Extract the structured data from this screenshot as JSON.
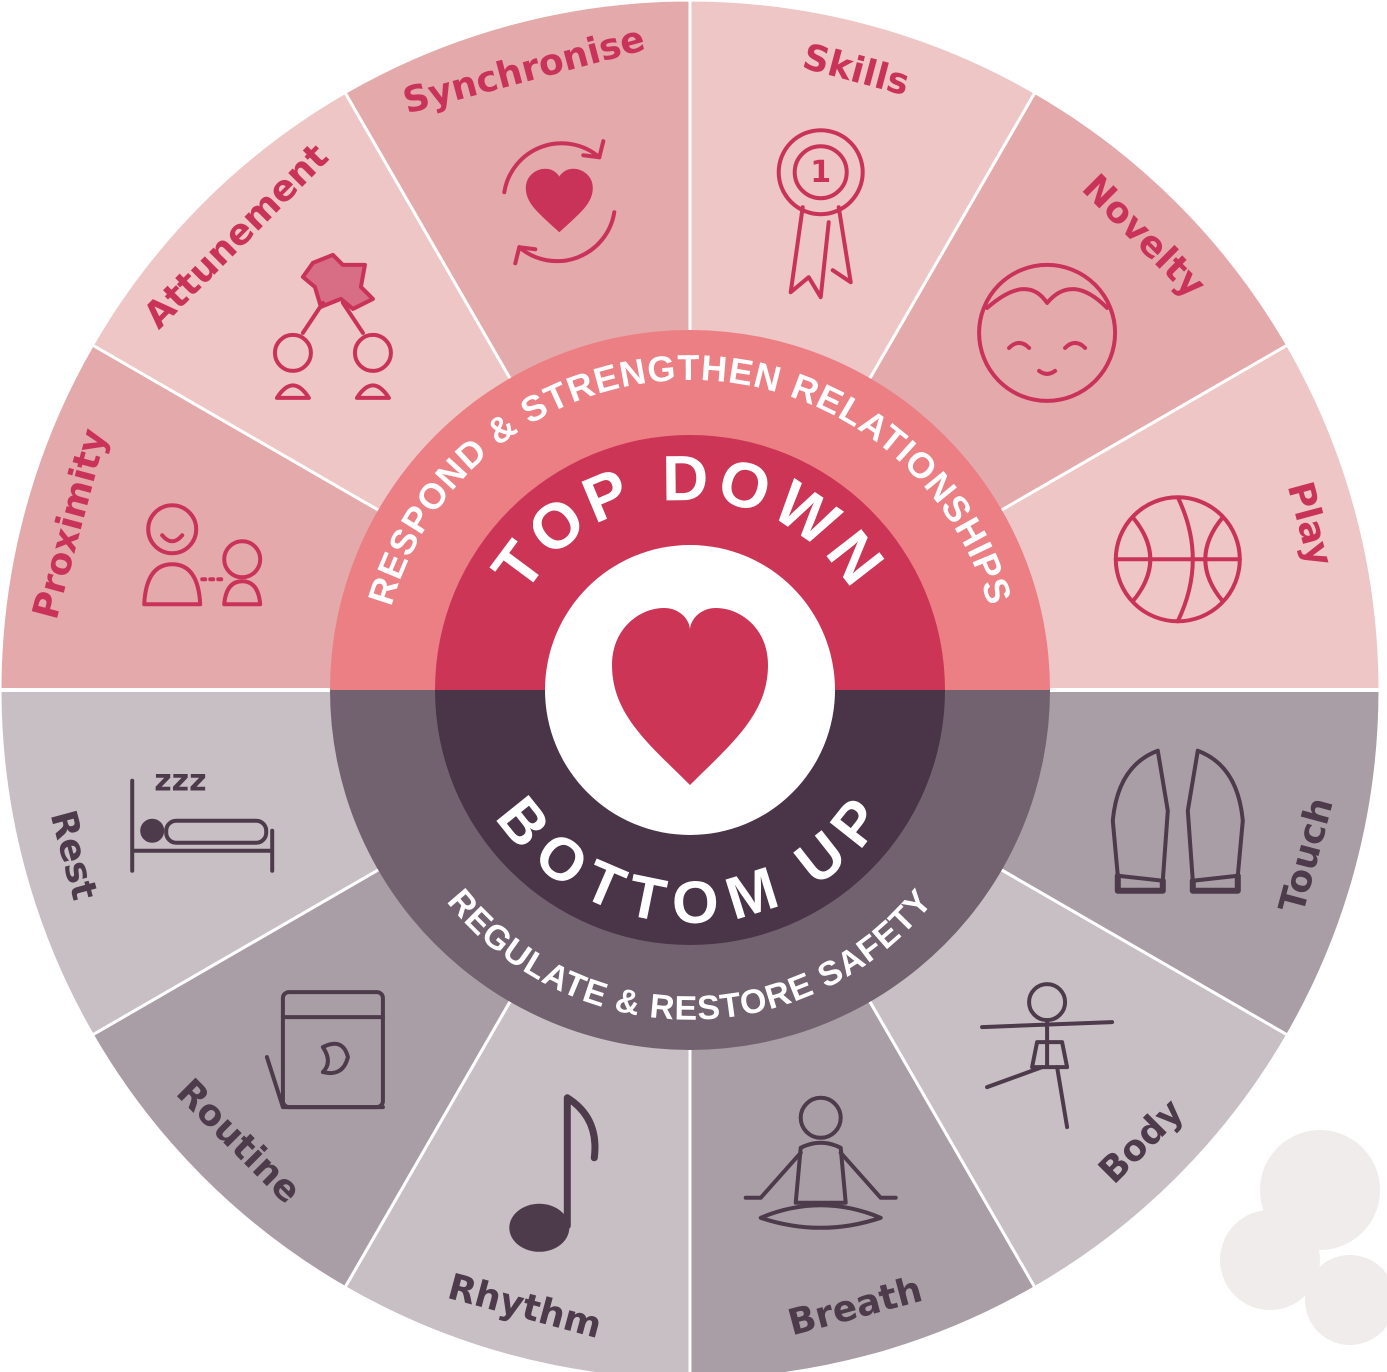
{
  "top": {
    "ring_label": "RESPOND & STRENGTHEN RELATIONSHIPS",
    "center_label": "TOP DOWN",
    "segments": [
      {
        "label": "Proximity",
        "icon": "proximity-icon"
      },
      {
        "label": "Attunement",
        "icon": "attunement-icon"
      },
      {
        "label": "Synchronise",
        "icon": "synchronise-icon"
      },
      {
        "label": "Skills",
        "icon": "skills-rosette-icon"
      },
      {
        "label": "Novelty",
        "icon": "novelty-face-icon"
      },
      {
        "label": "Play",
        "icon": "play-ball-icon"
      }
    ]
  },
  "bottom": {
    "ring_label": "REGULATE & RESTORE SAFETY",
    "center_label": "BOTTOM UP",
    "segments": [
      {
        "label": "Rest",
        "icon": "rest-bed-icon"
      },
      {
        "label": "Routine",
        "icon": "routine-calendar-icon"
      },
      {
        "label": "Rhythm",
        "icon": "rhythm-note-icon"
      },
      {
        "label": "Breath",
        "icon": "breath-meditation-icon"
      },
      {
        "label": "Body",
        "icon": "body-stretch-icon"
      },
      {
        "label": "Touch",
        "icon": "touch-hands-icon"
      }
    ]
  },
  "center_icon": "heart-icon",
  "colors": {
    "top_segment_light": "#edc6c5",
    "top_segment_dark": "#e4a9aa",
    "top_ring": "#eb7f84",
    "top_inner": "#cc3556",
    "top_text": "#c9335a",
    "bottom_segment_light": "#c8bfc5",
    "bottom_segment_dark": "#a99ea6",
    "bottom_ring": "#72616f",
    "bottom_inner": "#4a3447",
    "bottom_text": "#4d3a4b",
    "heart": "#cc3556"
  }
}
